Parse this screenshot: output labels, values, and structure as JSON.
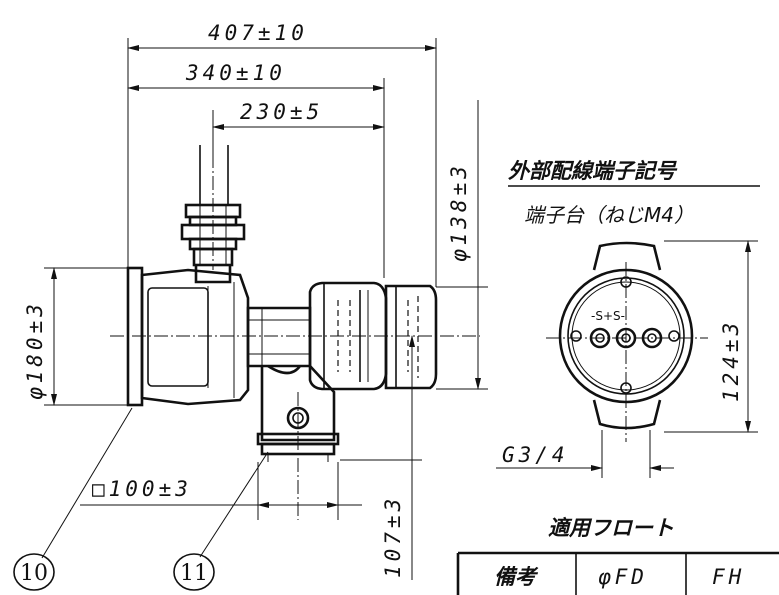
{
  "dimensions": {
    "overall_length": "407±10",
    "length_to_head": "340±10",
    "length_from_axis": "230±5",
    "flange_diameter": "φ180±3",
    "head_diameter": "φ138±3",
    "square_base": "□100±3",
    "base_height": "107±3",
    "terminal_box_height": "124±3",
    "conduit_thread": "G3/4"
  },
  "terminal_section": {
    "title": "外部配線端子記号",
    "subtitle": "端子台（ねじM4）",
    "terminal_labels": "-S+S-"
  },
  "balloons": {
    "item_10": "10",
    "item_11": "11"
  },
  "float_table": {
    "title": "適用フロート",
    "headers": [
      "備考",
      "φFD",
      "FH"
    ]
  },
  "colors": {
    "line": "#111111",
    "background": "#ffffff"
  }
}
